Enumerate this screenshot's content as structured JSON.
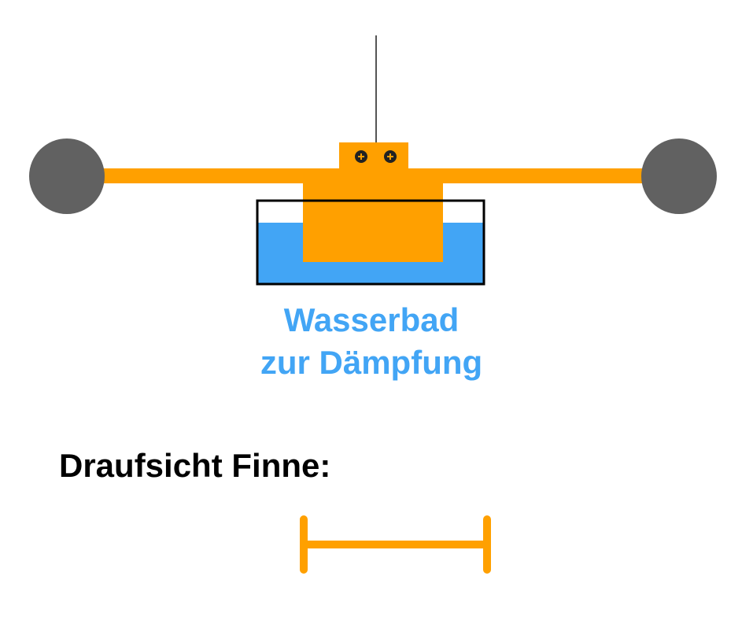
{
  "colors": {
    "orange": "#ffa000",
    "water": "#42a5f5",
    "weight": "#616161",
    "outline": "#000000",
    "label": "#42a5f5"
  },
  "water_label": {
    "line1": "Wasserbad",
    "line2": "zur Dämpfung"
  },
  "fin_heading": "Draufsicht Finne:"
}
